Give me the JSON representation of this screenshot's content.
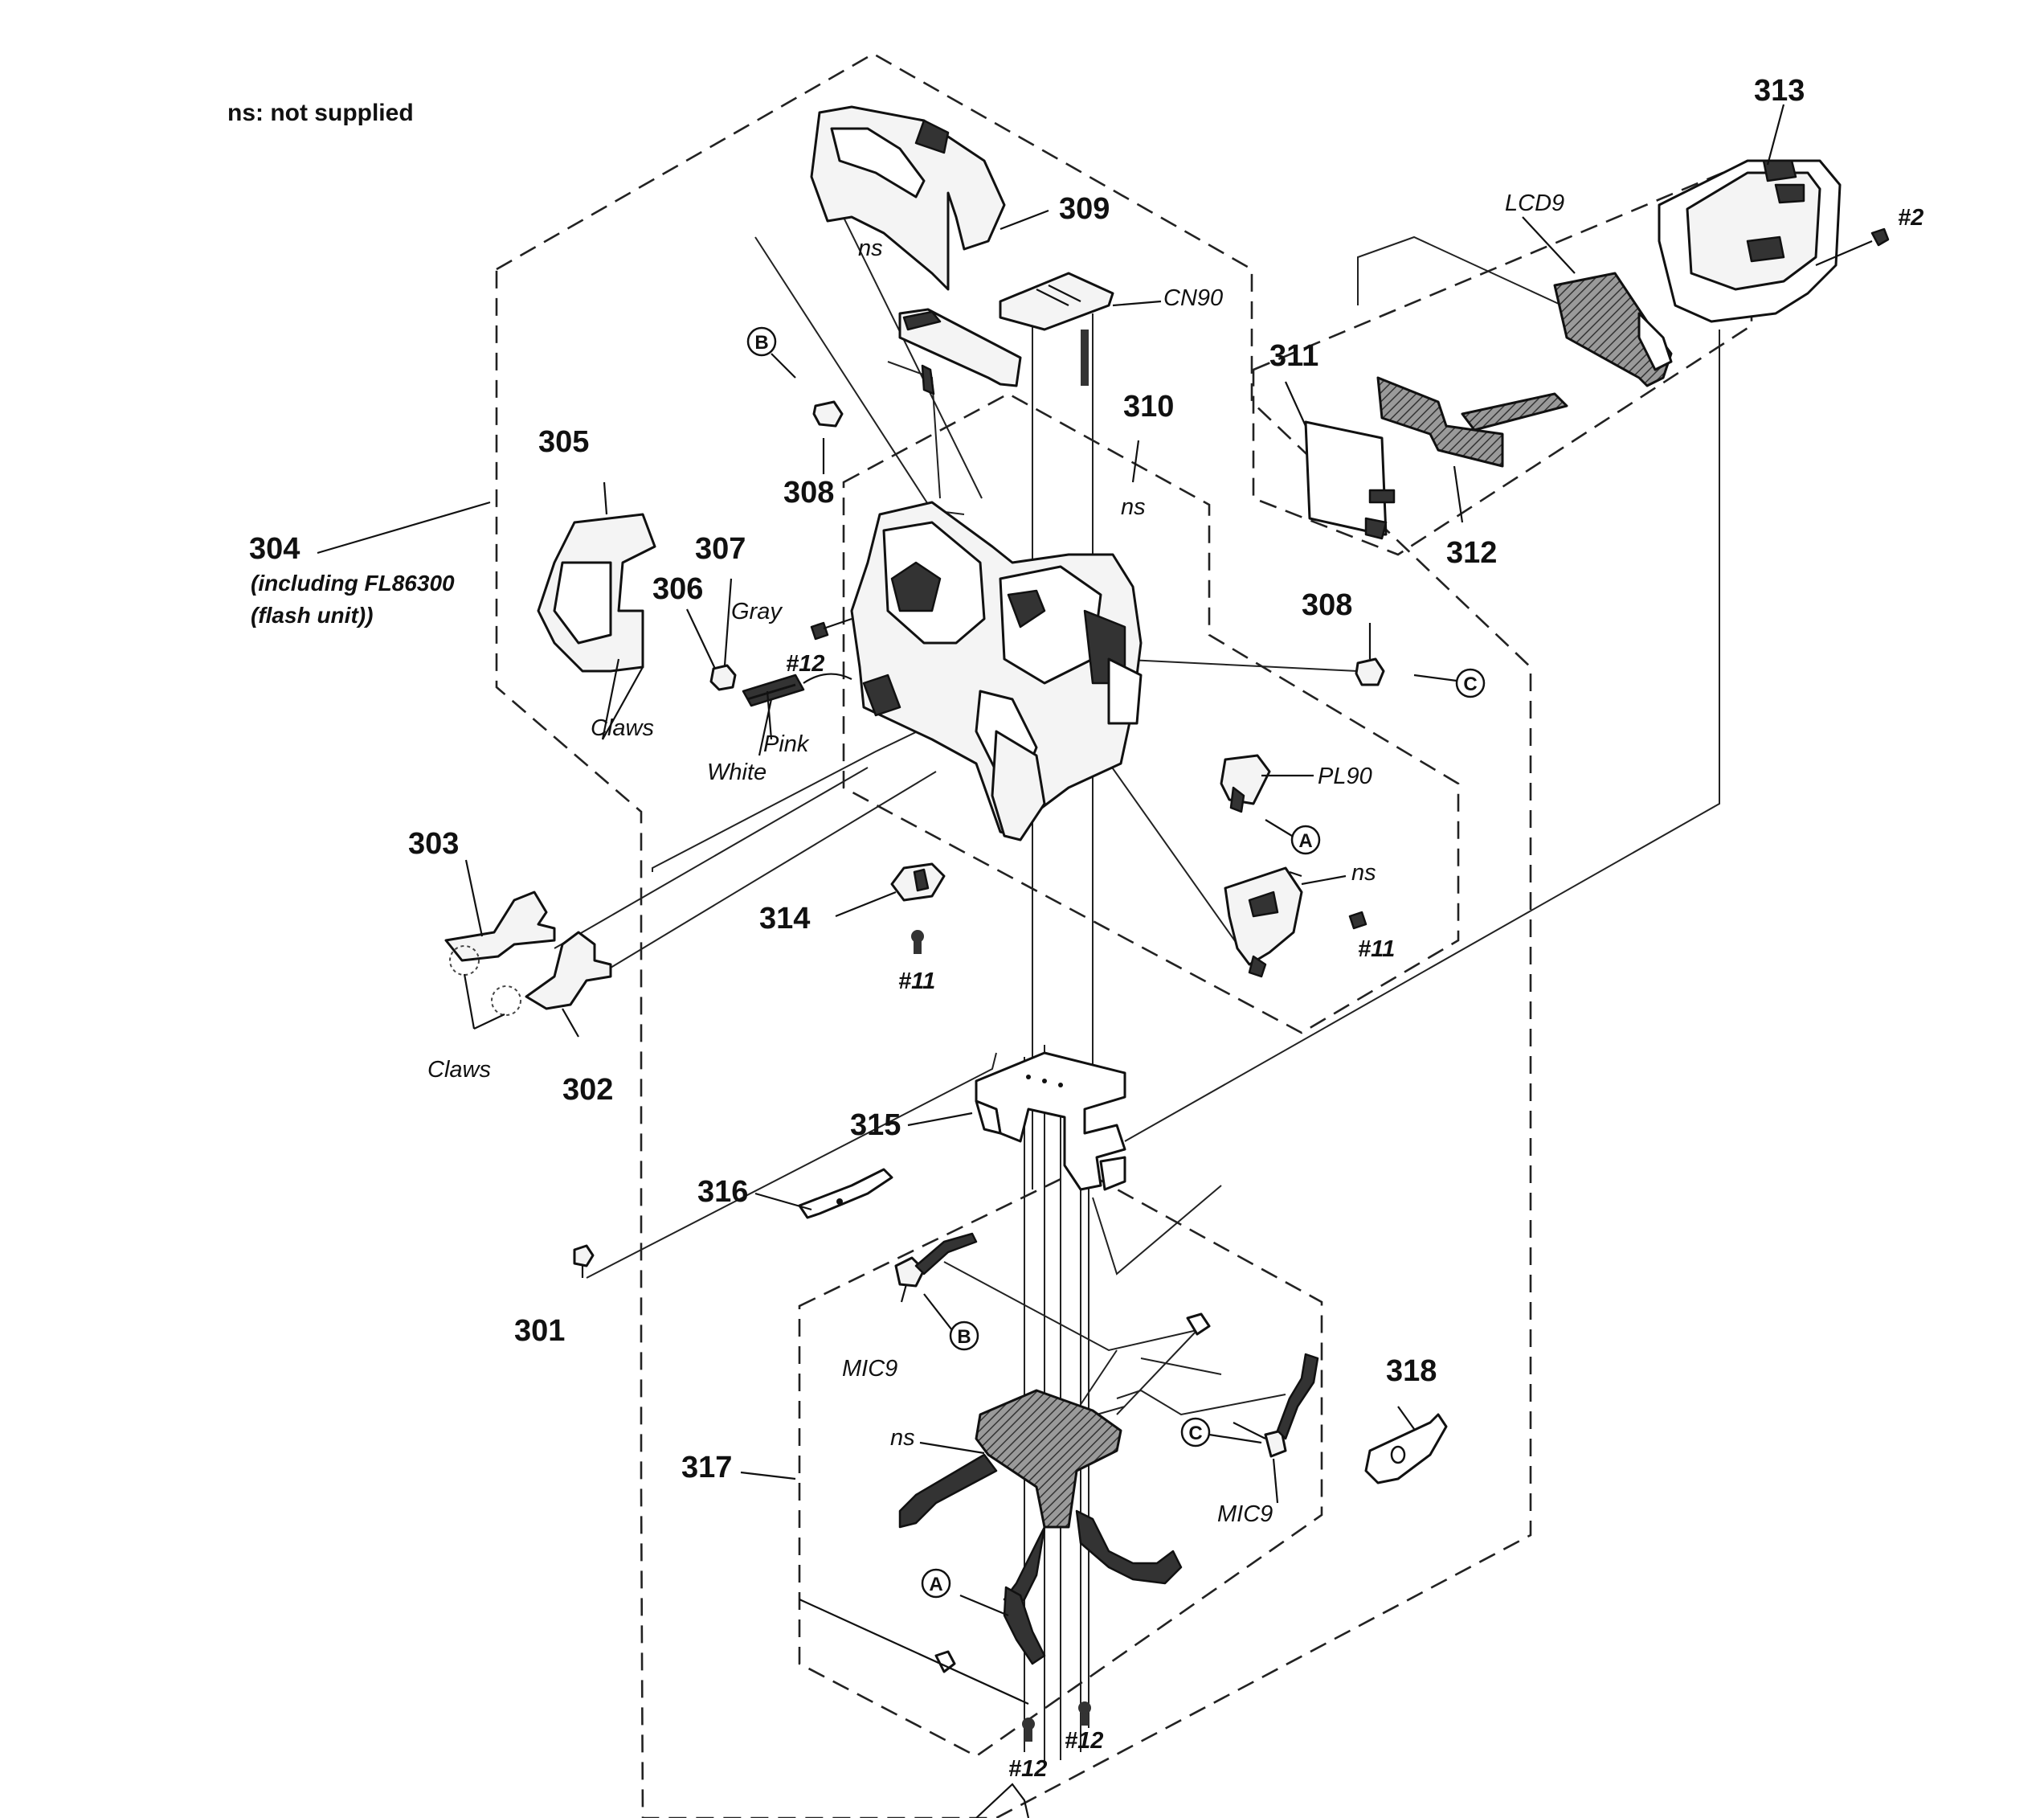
{
  "note": "ns: not supplied",
  "part_numbers": {
    "p301": "301",
    "p302": "302",
    "p303": "303",
    "p304": "304",
    "p305": "305",
    "p306": "306",
    "p307": "307",
    "p308a": "308",
    "p308b": "308",
    "p309": "309",
    "p310": "310",
    "p311": "311",
    "p312": "312",
    "p313": "313",
    "p314": "314",
    "p315": "315",
    "p316": "316",
    "p317": "317",
    "p318": "318"
  },
  "sub_notes": {
    "p304_line1": "(including FL86300",
    "p304_line2": "(flash unit))"
  },
  "labels": {
    "ns_top": "ns",
    "ns_310": "ns",
    "ns_right": "ns",
    "ns_bottom": "ns",
    "cn90": "CN90",
    "lcd9": "LCD9",
    "pl90": "PL90",
    "mic9_left": "MIC9",
    "mic9_right": "MIC9",
    "gray": "Gray",
    "pink": "Pink",
    "white": "White",
    "claws_upper": "Claws",
    "claws_lower": "Claws"
  },
  "screws": {
    "s2": "#2",
    "s12_upper": "#12",
    "s11_center": "#11",
    "s11_right": "#11",
    "s12_bottom_left": "#12",
    "s12_bottom_right": "#12"
  },
  "connection_letters": {
    "b_top": "B",
    "c_right": "C",
    "a_right": "A",
    "b_bottom": "B",
    "c_bottom": "C",
    "a_bottom": "A"
  }
}
